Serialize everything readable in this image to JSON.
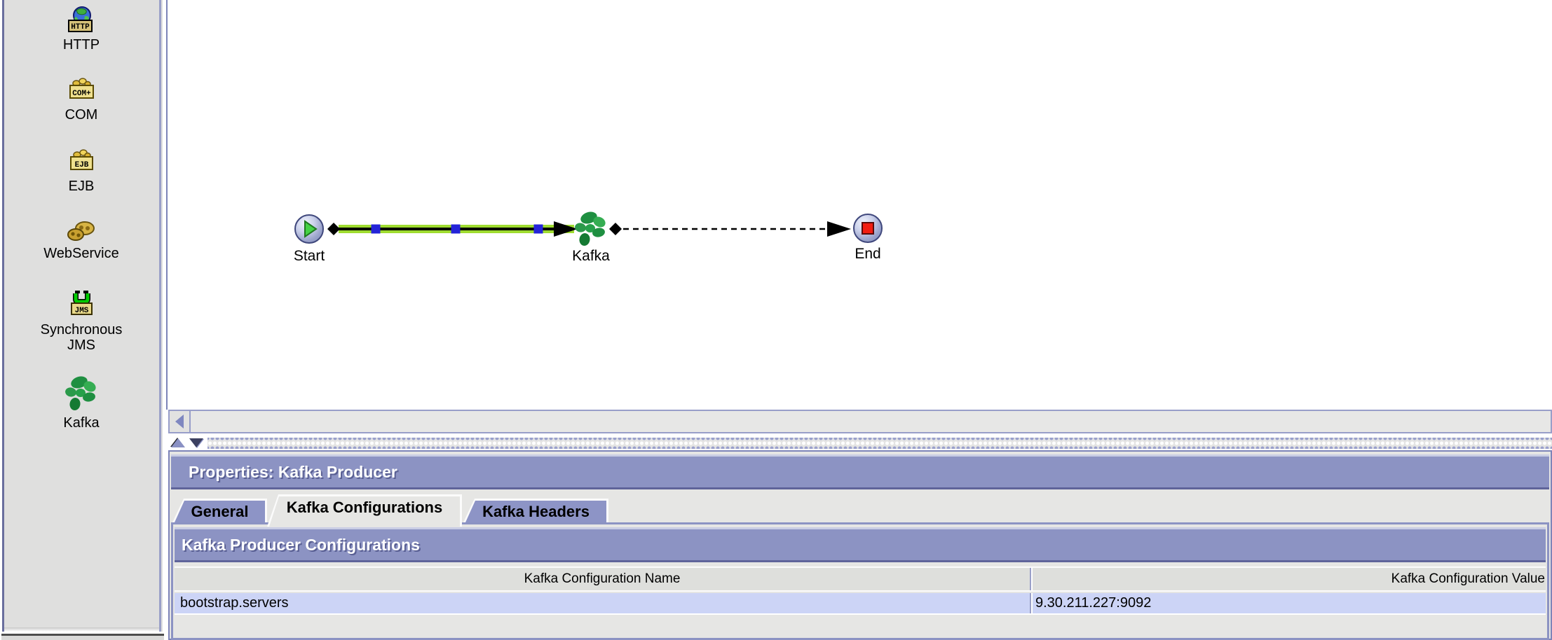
{
  "palette": {
    "items": [
      {
        "label": "HTTP",
        "icon": "http-globe-icon"
      },
      {
        "label": "COM",
        "icon": "com-component-icon"
      },
      {
        "label": "EJB",
        "icon": "ejb-component-icon"
      },
      {
        "label": "WebService",
        "icon": "webservice-gears-icon"
      },
      {
        "label": "Synchronous JMS",
        "icon": "synchronous-jms-icon"
      },
      {
        "label": "Kafka",
        "icon": "kafka-clover-icon"
      }
    ]
  },
  "canvas": {
    "nodes": [
      {
        "id": "start",
        "label": "Start",
        "icon": "start-play-sphere-icon"
      },
      {
        "id": "kafka",
        "label": "Kafka",
        "icon": "kafka-clover-icon"
      },
      {
        "id": "end",
        "label": "End",
        "icon": "end-stop-sphere-icon"
      }
    ],
    "connections": [
      {
        "from": "Start",
        "to": "Kafka",
        "state": "selected-solid"
      },
      {
        "from": "Kafka",
        "to": "End",
        "state": "dashed"
      }
    ]
  },
  "properties": {
    "title": "Properties: Kafka Producer",
    "tabs": [
      {
        "label": "General",
        "active": false
      },
      {
        "label": "Kafka Configurations",
        "active": true
      },
      {
        "label": "Kafka Headers",
        "active": false
      }
    ],
    "section_title": "Kafka Producer Configurations",
    "table": {
      "columns": [
        "Kafka Configuration Name",
        "Kafka Configuration Value"
      ],
      "rows": [
        {
          "name": "bootstrap.servers",
          "value": "9.30.211.227:9092"
        }
      ]
    }
  },
  "colors": {
    "accent_purple": "#8c93c3",
    "panel_border_purple": "#7d84b8",
    "row_highlight": "#ccd4f6",
    "selected_link_green": "#9fdc30",
    "handle_blue": "#2424d8",
    "palette_bg": "#dfdfde",
    "panel_bg": "#e6e6e4",
    "end_red": "#f21d12",
    "start_green": "#45d245"
  }
}
